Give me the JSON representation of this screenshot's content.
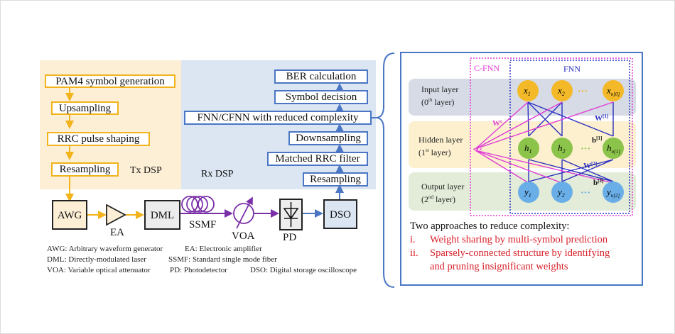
{
  "tx_dsp": {
    "label": "Tx DSP",
    "blocks": [
      "PAM4 symbol generation",
      "Upsampling",
      "RRC pulse shaping",
      "Resampling"
    ]
  },
  "rx_dsp": {
    "label": "Rx DSP",
    "blocks": [
      "BER calculation",
      "Symbol decision",
      "FNN/CFNN with reduced complexity",
      "Downsampling",
      "Matched RRC filter",
      "Resampling"
    ]
  },
  "hardware": {
    "awg": "AWG",
    "ea": "EA",
    "dml": "DML",
    "ssmf": "SSMF",
    "voa": "VOA",
    "pd": "PD",
    "dso": "DSO"
  },
  "legend": {
    "line1_a": "AWG: Arbitrary waveform generator",
    "line1_b": "EA:  Electronic amplifier",
    "line2_a": "DML: Directly-modulated laser",
    "line2_b": "SSMF: Standard single mode fiber",
    "line3_a": "VOA: Variable optical attenuator",
    "line3_b": "PD: Photodetector",
    "line3_c": "DSO: Digital storage oscilloscope"
  },
  "network": {
    "cfnn_label": "C-FNN",
    "fnn_label": "FNN",
    "layers": [
      {
        "name": "Input layer",
        "sub": "(0th layer)"
      },
      {
        "name": "Hidden layer",
        "sub": "(1st layer)"
      },
      {
        "name": "Output layer",
        "sub": "(2nd layer)"
      }
    ],
    "input_nodes": [
      "x1",
      "x2",
      "x_n[0]"
    ],
    "hidden_nodes": [
      "h1",
      "h2",
      "h_n[1]"
    ],
    "output_nodes": [
      "y1",
      "y2",
      "y_n[2]"
    ],
    "weights": {
      "wc": "Wc",
      "w1": "W[1]",
      "w2": "W[2]",
      "b1": "b[1]",
      "b2": "b[2]"
    }
  },
  "approaches": {
    "title": "Two approaches to reduce complexity:",
    "items": [
      {
        "num": "i.",
        "text": "Weight sharing by multi-symbol prediction"
      },
      {
        "num": "ii.",
        "text": "Sparsely-connected structure by identifying"
      },
      {
        "num": "",
        "text": "and pruning insignificant weights"
      }
    ]
  },
  "colors": {
    "tx": "#f2b31b",
    "rx": "#4a76c3",
    "optical": "#7a2fa8",
    "cfnn": "#e03bd6",
    "fnn": "#2b2fc0",
    "approach_text": "#d8202a"
  }
}
